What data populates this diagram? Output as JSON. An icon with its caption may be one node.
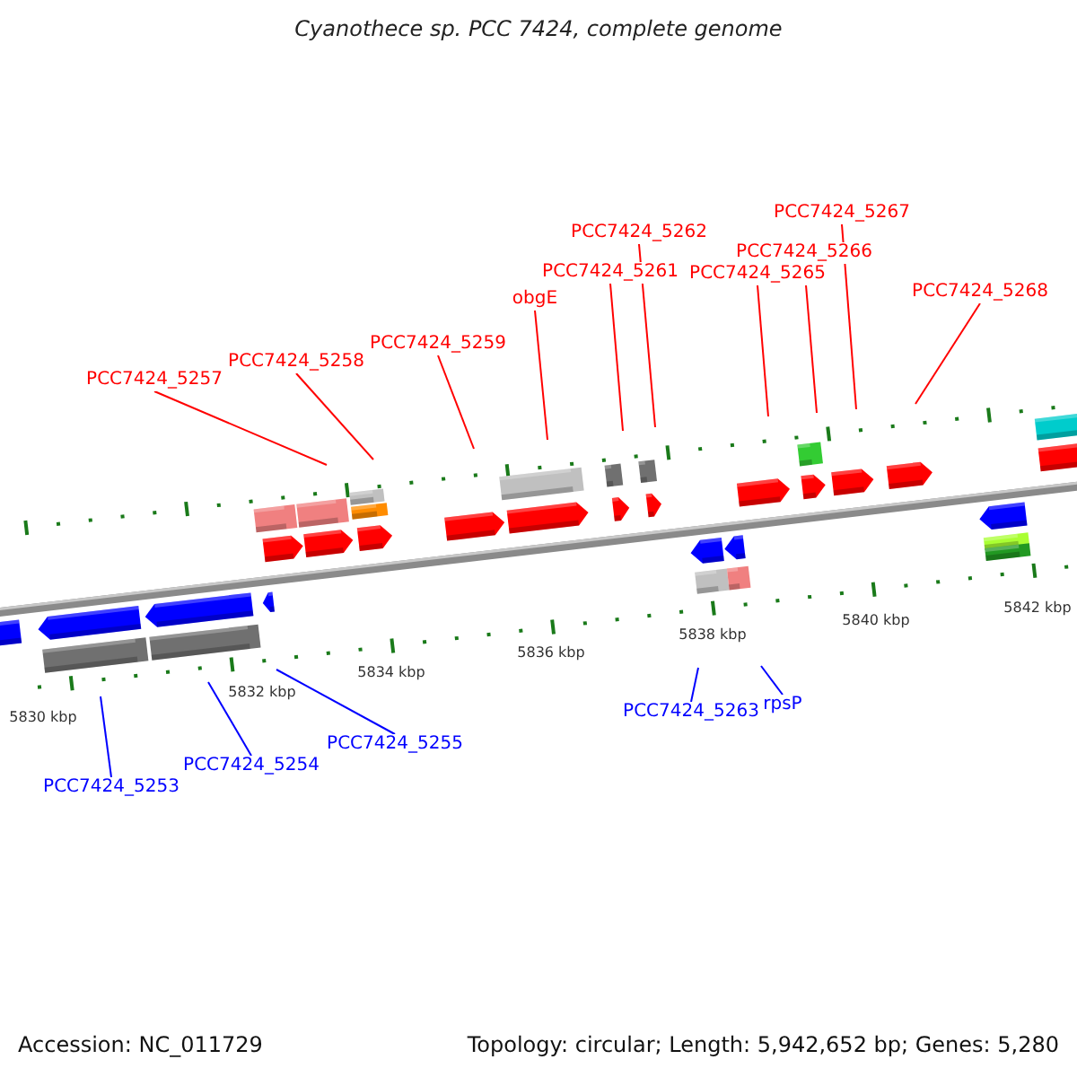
{
  "diagram": {
    "title": "Cyanothece sp. PCC 7424, complete genome",
    "nodes": [
      {
        "text": [
          "PCC7424_5257"
        ]
      },
      {
        "text": [
          "PCC7424_5258"
        ]
      },
      {
        "text": [
          "PCC7424_5259"
        ]
      },
      {
        "text": [
          "obgE"
        ]
      },
      {
        "text": [
          "PCC7424_5261"
        ]
      },
      {
        "text": [
          "PCC7424_5262"
        ]
      },
      {
        "text": [
          "PCC7424_5265"
        ]
      },
      {
        "text": [
          "PCC7424_5266"
        ]
      },
      {
        "text": [
          "PCC7424_5267"
        ]
      },
      {
        "text": [
          "PCC7424_5268"
        ]
      },
      {
        "text": [
          "PCC7424_5253"
        ]
      },
      {
        "text": [
          "PCC7424_5254"
        ]
      },
      {
        "text": [
          "PCC7424_5255"
        ]
      },
      {
        "text": [
          "PCC7424_5263"
        ]
      },
      {
        "text": [
          "rpsP"
        ]
      }
    ],
    "edges": [
      {
        "from": 0,
        "to": null,
        "arrow": "none"
      },
      {
        "from": 1,
        "to": null,
        "arrow": "none"
      },
      {
        "from": 2,
        "to": null,
        "arrow": "none"
      },
      {
        "from": 3,
        "to": null,
        "arrow": "none"
      },
      {
        "from": 4,
        "to": null,
        "arrow": "none"
      },
      {
        "from": 5,
        "to": null,
        "arrow": "none"
      },
      {
        "from": 6,
        "to": null,
        "arrow": "none"
      },
      {
        "from": 7,
        "to": null,
        "arrow": "none"
      },
      {
        "from": 8,
        "to": null,
        "arrow": "none"
      },
      {
        "from": 9,
        "to": null,
        "arrow": "none"
      },
      {
        "from": 10,
        "to": null,
        "arrow": "none",
        "color": "#0000ff"
      },
      {
        "from": 11,
        "to": null,
        "arrow": "none",
        "color": "#0000ff"
      },
      {
        "from": 12,
        "to": null,
        "arrow": "none",
        "color": "#0000ff"
      },
      {
        "from": 13,
        "to": null,
        "arrow": "none",
        "color": "#0000ff"
      },
      {
        "from": 14,
        "to": null,
        "arrow": "none",
        "color": "#0000ff"
      }
    ],
    "labels": [
      "5830 kbp",
      "5832 kbp",
      "5834 kbp",
      "5836 kbp",
      "5838 kbp",
      "5840 kbp",
      "5842 kbp",
      "Accession: NC_011729",
      "Topology: circular; Length: 5,942,652 bp; Genes: 5,280"
    ]
  }
}
